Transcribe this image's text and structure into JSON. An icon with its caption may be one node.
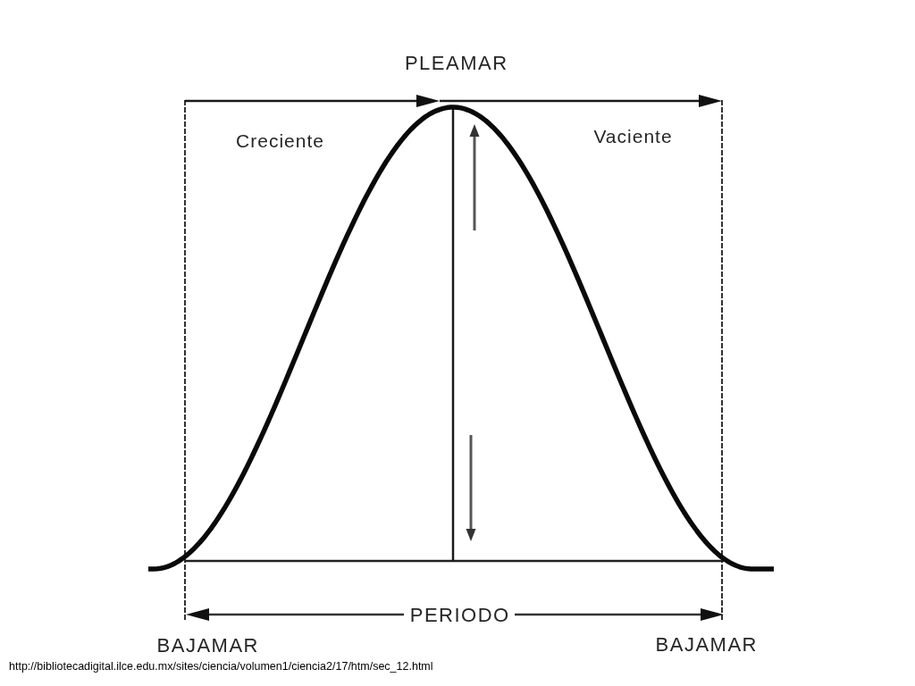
{
  "diagram": {
    "labels": [
      "PLEAMAR",
      "Creciente",
      "Vaciente",
      "PERIODO",
      "BAJAMAR",
      "BAJAMAR"
    ],
    "caption": "http://bibliotecadigital.ilce.edu.mx/sites/ciencia/volumen1/ciencia2/17/htm/sec_12.html"
  }
}
